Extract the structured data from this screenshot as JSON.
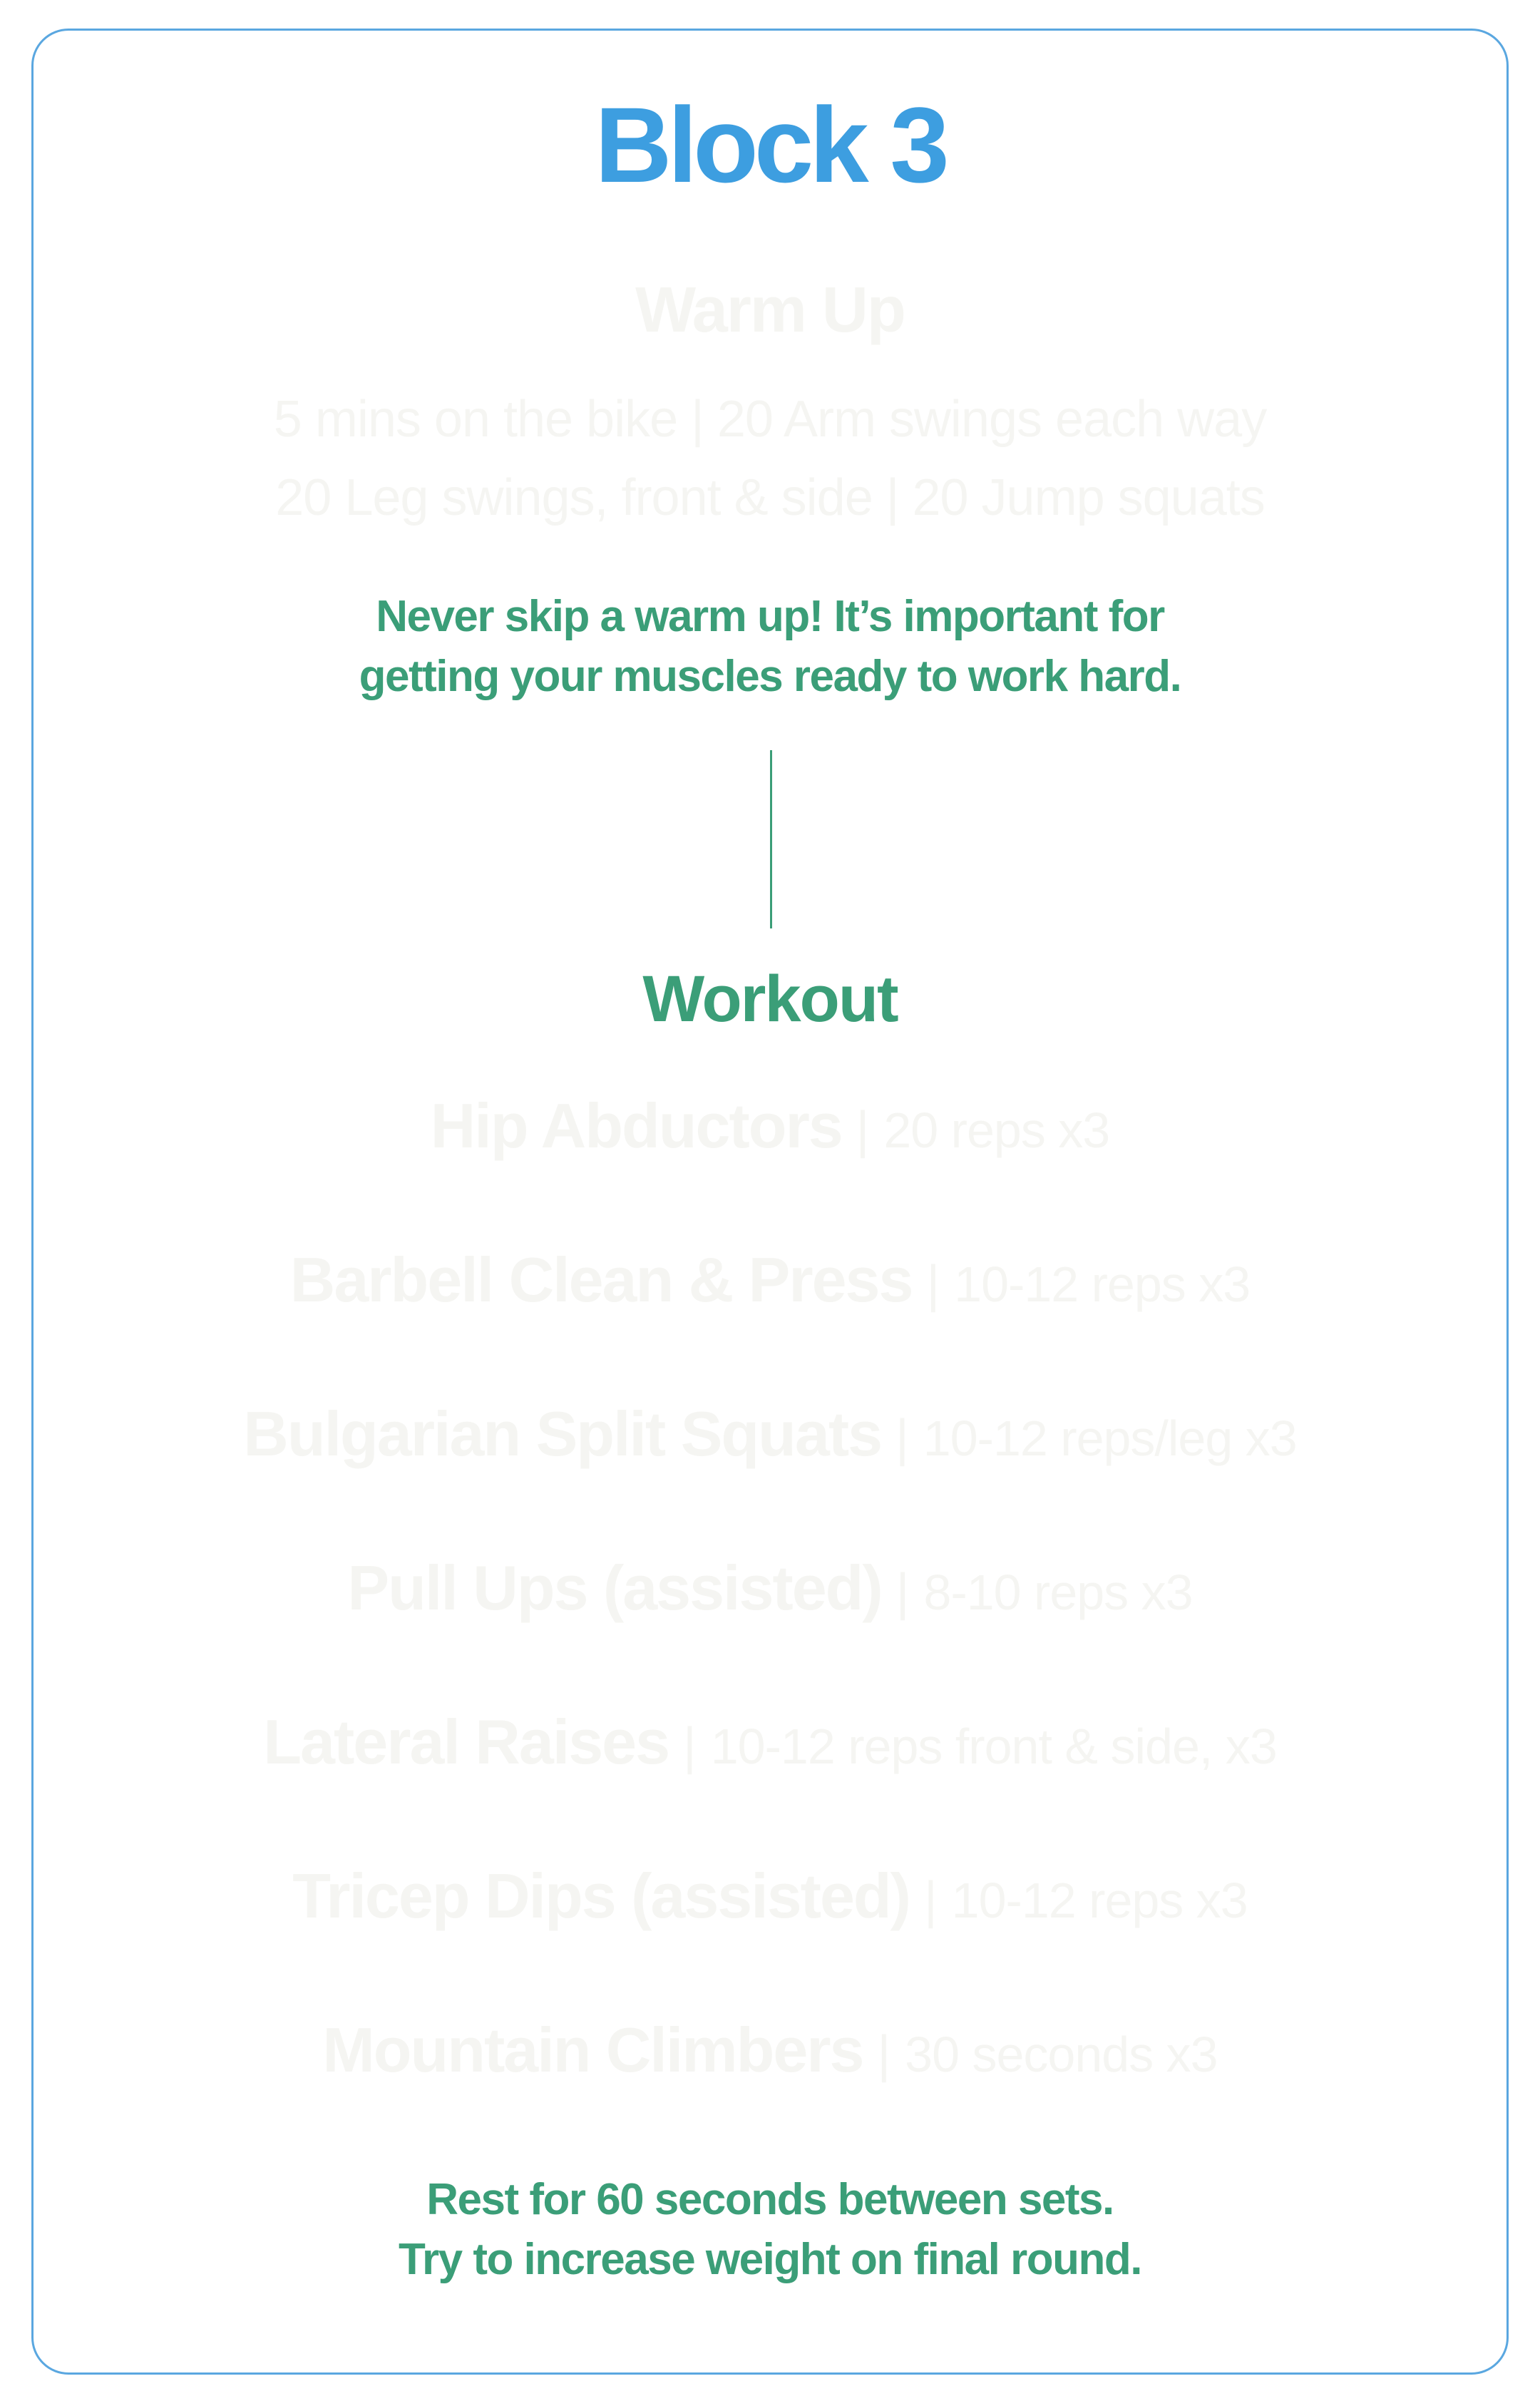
{
  "colors": {
    "border": "#5aa7e0",
    "title": "#3d9ee0",
    "green": "#3b9e78",
    "faded_text": "#f5f5f2"
  },
  "block_title": "Block 3",
  "warm_up": {
    "heading": "Warm Up",
    "lines": [
      "5 mins on the bike  |  20 Arm swings each way",
      "20 Leg swings, front & side  |  20 Jump squats"
    ],
    "note_lines": [
      "Never skip a warm up! It’s important for",
      "getting your muscles ready to work hard."
    ]
  },
  "workout": {
    "heading": "Workout",
    "separator": "|",
    "exercises": [
      {
        "name": "Hip Abductors",
        "detail": "20 reps x3"
      },
      {
        "name": "Barbell Clean & Press",
        "detail": "10-12 reps x3"
      },
      {
        "name": "Bulgarian Split Squats",
        "detail": "10-12 reps/leg x3"
      },
      {
        "name": "Pull Ups (assisted)",
        "detail": "8-10 reps x3"
      },
      {
        "name": "Lateral Raises",
        "detail": "10-12 reps front & side, x3"
      },
      {
        "name": "Tricep Dips (assisted)",
        "detail": "10-12 reps x3"
      },
      {
        "name": "Mountain Climbers",
        "detail": "30 seconds x3"
      }
    ],
    "footer_lines": [
      "Rest for 60 seconds between sets.",
      "Try to increase weight on final round."
    ]
  }
}
